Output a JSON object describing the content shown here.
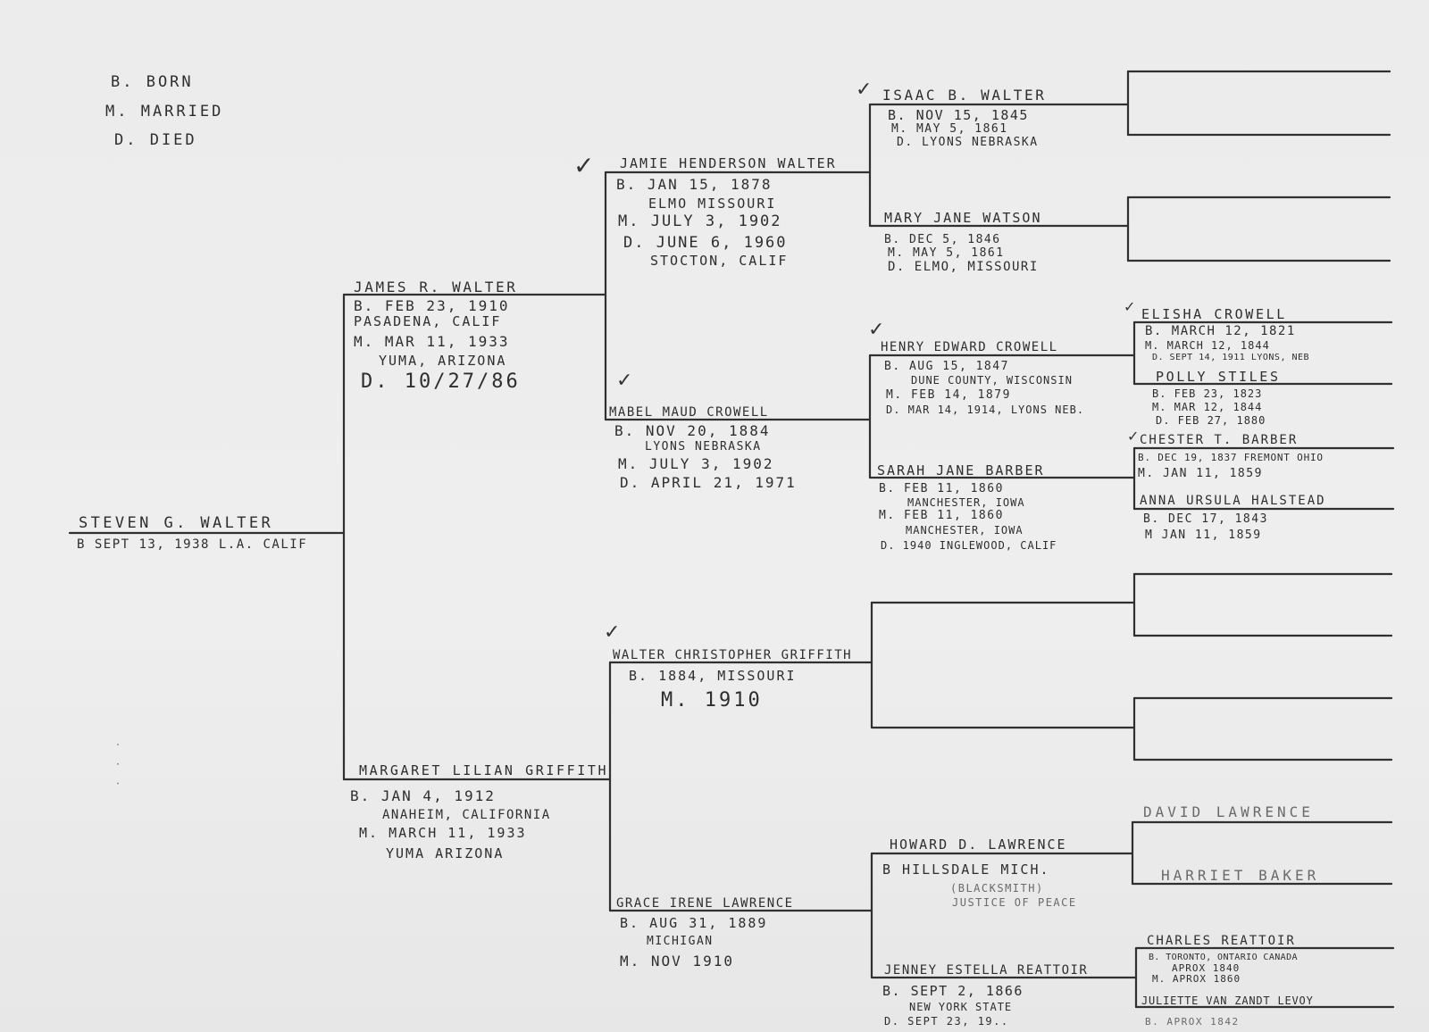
{
  "legend": [
    "B. BORN",
    "M. MARRIED",
    "D. DIED"
  ],
  "margin_note": "...",
  "check_mark": "✓",
  "people": {
    "root": {
      "name": "STEVEN G. WALTER",
      "lines": [
        "B SEPT 13, 1938 L.A. CALIF"
      ]
    },
    "father": {
      "name": "JAMES R. WALTER",
      "lines": [
        "B. FEB 23, 1910",
        "PASADENA, CALIF",
        "M. MAR 11, 1933",
        "YUMA, ARIZONA",
        "D. 10/27/86"
      ]
    },
    "mother": {
      "name": "MARGARET LILIAN GRIFFITH",
      "lines": [
        "B. JAN 4, 1912",
        "ANAHEIM, CALIFORNIA",
        "M. MARCH 11, 1933",
        "YUMA ARIZONA"
      ]
    },
    "pgf": {
      "name": "JAMIE HENDERSON WALTER",
      "lines": [
        "B. JAN 15, 1878",
        "ELMO MISSOURI",
        "M. JULY 3, 1902",
        "D. JUNE 6, 1960",
        "STOCTON, CALIF"
      ]
    },
    "pgm": {
      "name": "MABEL MAUD CROWELL",
      "lines": [
        "B. NOV 20, 1884",
        "LYONS NEBRASKA",
        "M. JULY 3, 1902",
        "D. APRIL 21, 1971"
      ]
    },
    "mgf": {
      "name": "WALTER CHRISTOPHER GRIFFITH",
      "lines": [
        "B. 1884, MISSOURI",
        "M. 1910"
      ]
    },
    "mgm": {
      "name": "GRACE IRENE LAWRENCE",
      "lines": [
        "B. AUG 31, 1889",
        "MICHIGAN",
        "M. NOV 1910"
      ]
    },
    "g1": {
      "name": "ISAAC B. WALTER",
      "lines": [
        "B. NOV 15, 1845",
        "M. MAY 5, 1861",
        "D. LYONS NEBRASKA"
      ]
    },
    "g2": {
      "name": "MARY JANE WATSON",
      "lines": [
        "B. DEC 5, 1846",
        "M. MAY 5, 1861",
        "D. ELMO, MISSOURI"
      ]
    },
    "g3": {
      "name": "HENRY EDWARD CROWELL",
      "lines": [
        "B. AUG 15, 1847",
        "DUNE COUNTY, WISCONSIN",
        "M. FEB 14, 1879",
        "D. MAR 14, 1914, LYONS NEB."
      ]
    },
    "g4": {
      "name": "SARAH JANE BARBER",
      "lines": [
        "B. FEB 11, 1860",
        "MANCHESTER, IOWA",
        "M. FEB 11, 1860",
        "MANCHESTER, IOWA",
        "D. 1940 INGLEWOOD, CALIF"
      ]
    },
    "g7": {
      "name": "HOWARD D. LAWRENCE",
      "lines": [
        "B HILLSDALE MICH.",
        "(BLACKSMITH)",
        "JUSTICE OF PEACE"
      ]
    },
    "g8": {
      "name": "JENNEY ESTELLA REATTOIR",
      "lines": [
        "B. SEPT 2, 1866",
        "NEW YORK STATE",
        "D. SEPT 23, 19.."
      ]
    },
    "h5": {
      "name": "ELISHA CROWELL",
      "lines": [
        "B. MARCH 12, 1821",
        "M. MARCH 12, 1844",
        "D. SEPT 14, 1911 LYONS, NEB"
      ]
    },
    "h6": {
      "name": "POLLY STILES",
      "lines": [
        "B. FEB 23, 1823",
        "M. MAR 12, 1844",
        "D. FEB 27, 1880"
      ]
    },
    "h7": {
      "name": "CHESTER T. BARBER",
      "lines": [
        "B. DEC 19, 1837 FREMONT OHIO",
        "M. JAN 11, 1859"
      ]
    },
    "h8": {
      "name": "ANNA URSULA HALSTEAD",
      "lines": [
        "B. DEC 17, 1843",
        "M JAN 11, 1859"
      ]
    },
    "h13": {
      "name": "DAVID LAWRENCE",
      "lines": []
    },
    "h14": {
      "name": "HARRIET BAKER",
      "lines": []
    },
    "h15": {
      "name": "CHARLES REATTOIR",
      "lines": [
        "B. TORONTO, ONTARIO CANADA",
        "APROX 1840",
        "M. APROX 1860"
      ]
    },
    "h16": {
      "name": "JULIETTE VAN ZANDT LEVOY",
      "lines": [
        "B. APROX 1842"
      ]
    }
  }
}
